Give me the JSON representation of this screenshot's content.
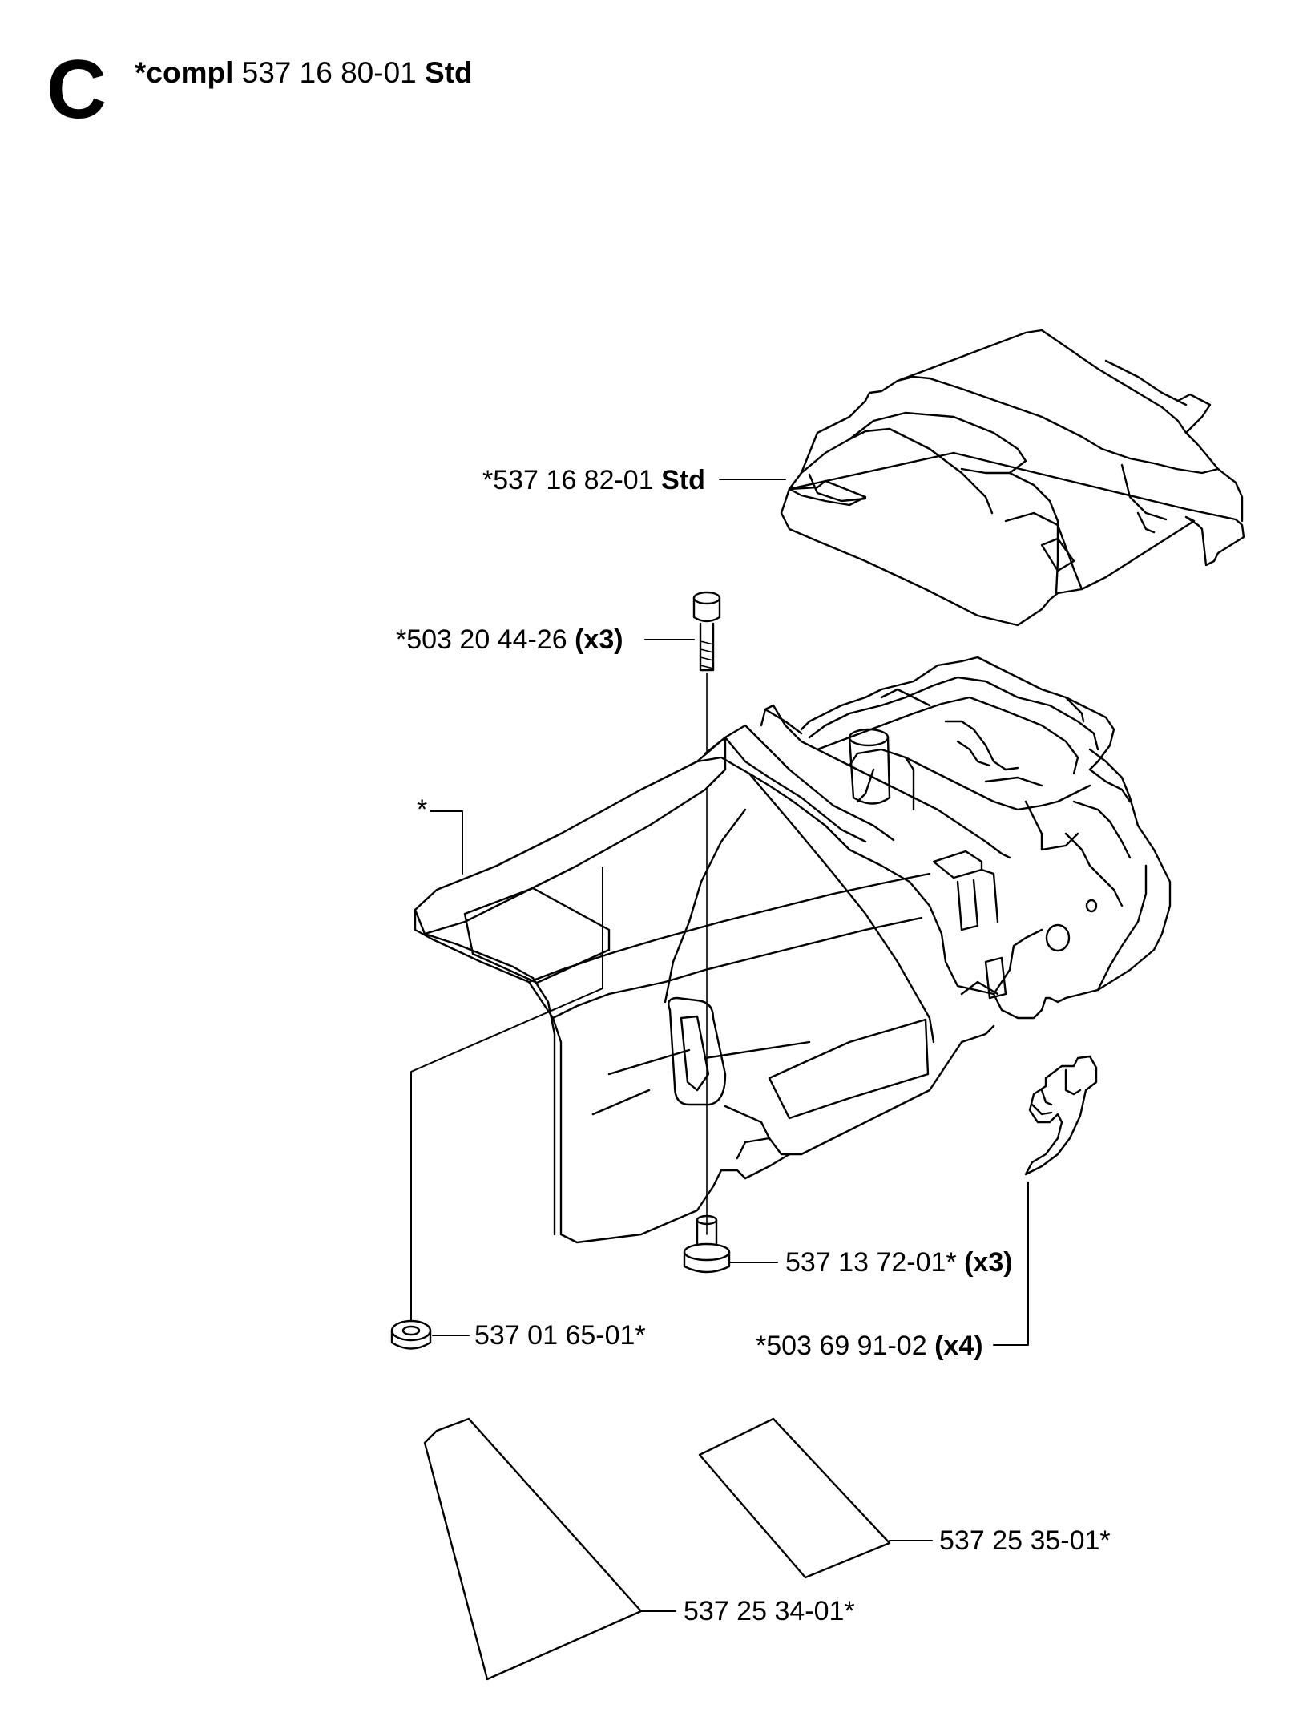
{
  "section": {
    "letter": "C"
  },
  "title": {
    "prefix": "*compl",
    "number": "537 16 80-01",
    "suffix": "Std"
  },
  "labels": {
    "top_cover": {
      "number": "*537 16 82-01",
      "suffix": "Std"
    },
    "screw": {
      "number": "*503 20 44-26",
      "qty": "(x3)"
    },
    "cylinder_cover": {
      "text": "*"
    },
    "sleeve": {
      "number": "537 13 72-01*",
      "qty": "(x3)"
    },
    "grommet": {
      "number": "537 01 65-01*"
    },
    "clip": {
      "number": "*503 69 91-02",
      "qty": "(x4)"
    },
    "decal_right": {
      "number": "537 25 35-01*"
    },
    "decal_left": {
      "number": "537 25 34-01*"
    }
  }
}
